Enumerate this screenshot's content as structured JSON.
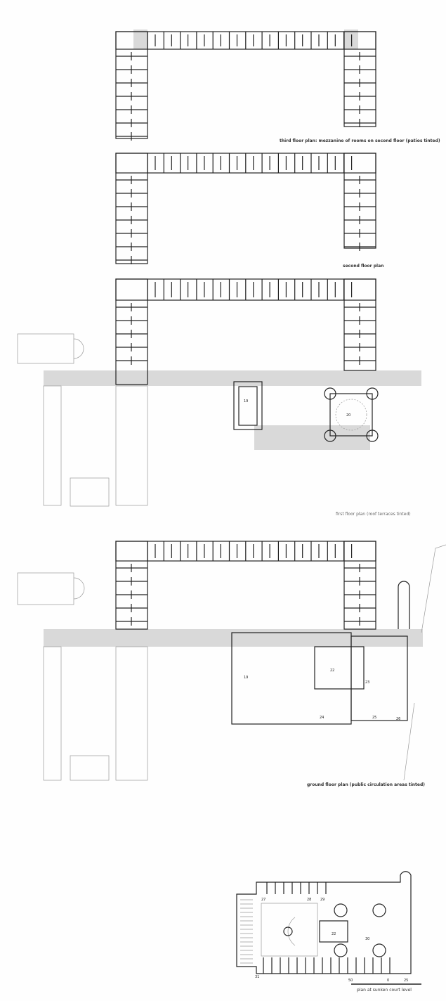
{
  "captions": {
    "third_floor": "third floor plan: mezzanine of rooms on second floor (patios tinted)",
    "second_floor": "second floor plan",
    "first_floor": "first floor plan (roof terraces tinted)",
    "ground_floor": "ground floor plan (public circulation areas tinted)",
    "sunken_court": "plan at sunken court level"
  },
  "room_labels": {
    "r19a": "19",
    "r20": "20",
    "r19b": "19",
    "r22a": "22",
    "r23": "23",
    "r24": "24",
    "r25": "25",
    "r26": "26",
    "r27": "27",
    "r28": "28",
    "r29": "29",
    "r22b": "22",
    "r30": "30",
    "r31": "31"
  },
  "scale": {
    "left": "50",
    "mid": "0",
    "right": "25"
  },
  "colors": {
    "tint": "#d9d9d9",
    "wall": "#222222",
    "outline": "#999999"
  }
}
